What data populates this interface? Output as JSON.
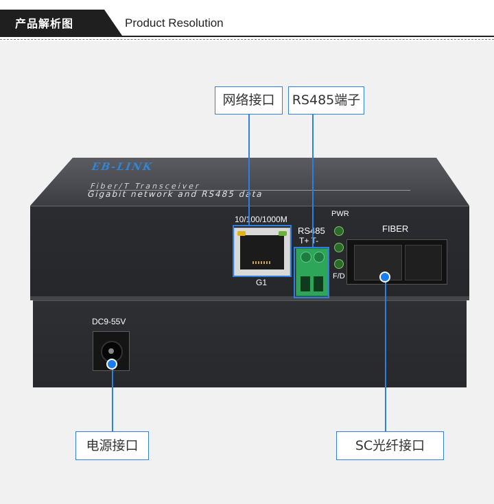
{
  "header": {
    "tab_title": "产品解析图",
    "subtitle": "Product Resolution"
  },
  "device": {
    "brand": "EB-LINK",
    "top_line1": "Fiber/T Transceiver",
    "top_line2": "Gigabit network and RS485 data",
    "labels": {
      "speed": "10/100/1000M",
      "port_name": "G1",
      "rs485": "RS485",
      "terminal_polarity": "T+ T-",
      "pwr": "PWR",
      "fd": "F/D",
      "fiber": "FIBER",
      "dc": "DC9-55V"
    }
  },
  "callouts": {
    "network_port": "网络接口",
    "rs485_terminal": "RS485端子",
    "power_port": "电源接口",
    "sc_fiber_port": "SC光纤接口"
  },
  "colors": {
    "accent": "#2f7fe0",
    "header_dark": "#1f1f1f",
    "terminal_green": "#2ea65a"
  }
}
